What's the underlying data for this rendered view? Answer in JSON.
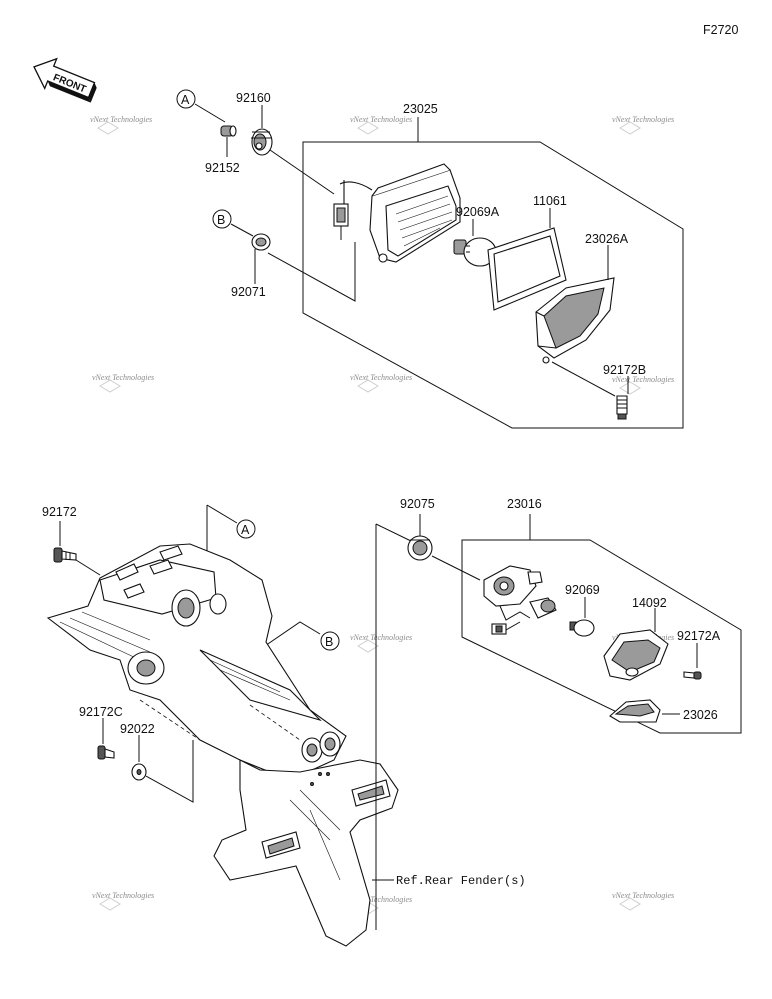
{
  "figure_code": "F2720",
  "front_label": "FRONT",
  "ref_markers": {
    "a": "A",
    "b": "B"
  },
  "parts": {
    "p92160": "92160",
    "p92152": "92152",
    "p23025": "23025",
    "p92069A": "92069A",
    "p11061": "11061",
    "p23026A": "23026A",
    "p92071": "92071",
    "p92172B": "92172B",
    "p92172": "92172",
    "p92075": "92075",
    "p23016": "23016",
    "p92069": "92069",
    "p14092": "14092",
    "p92172A": "92172A",
    "p23026": "23026",
    "p92172C": "92172C",
    "p92022": "92022"
  },
  "ref_rear_fender": "Ref.Rear Fender(s)",
  "watermark_text": "vNext Technologies"
}
